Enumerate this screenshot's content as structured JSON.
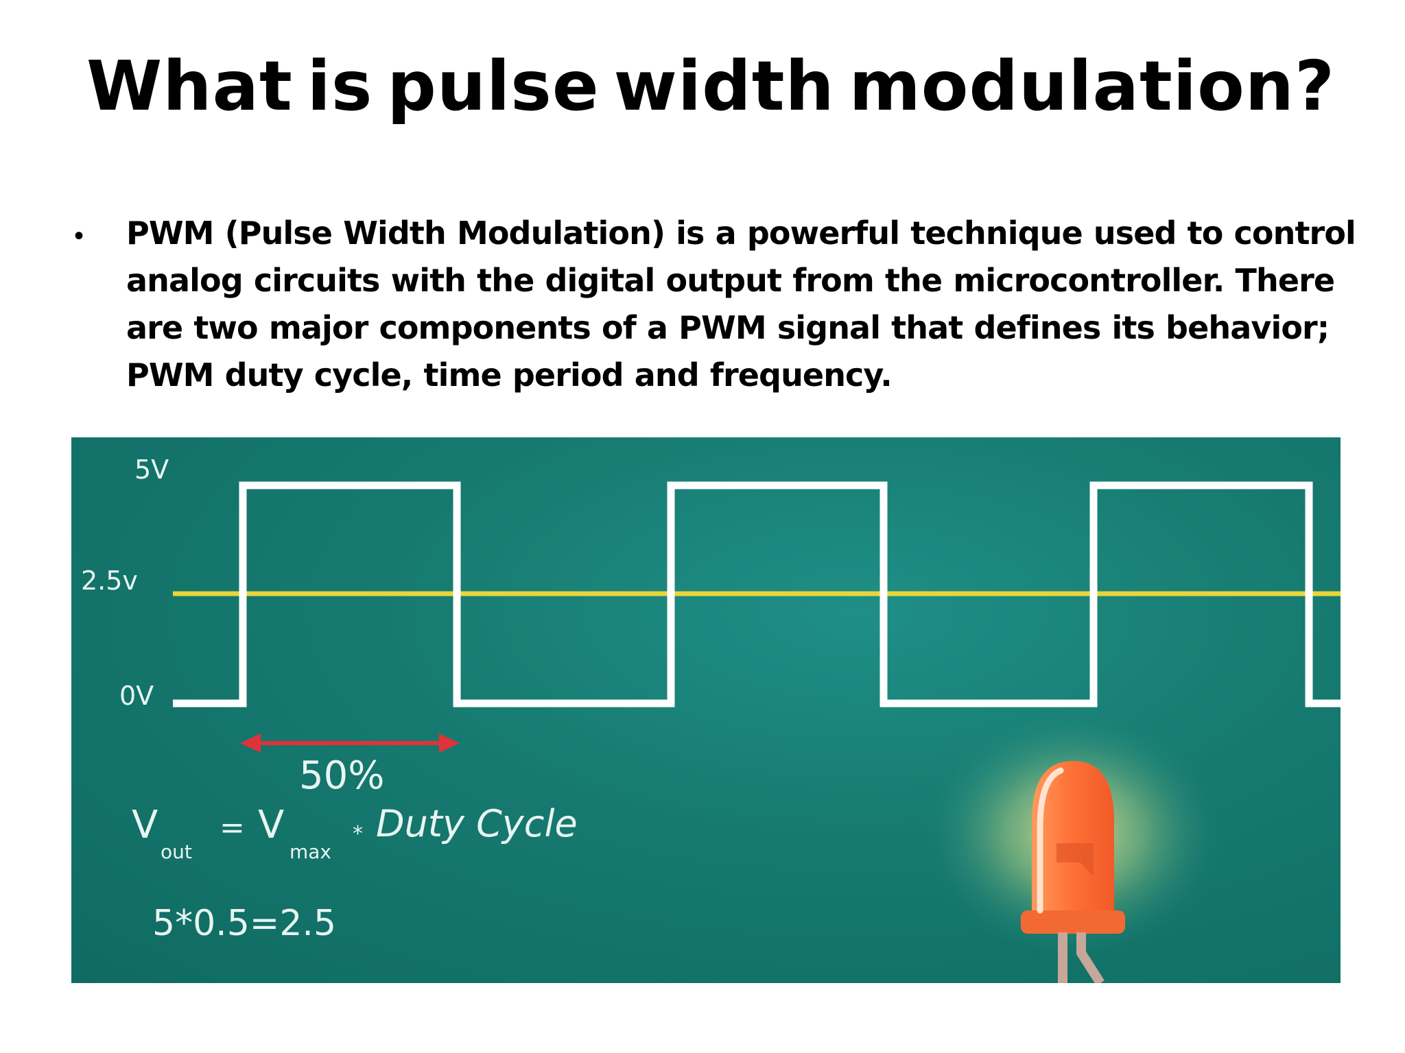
{
  "slide": {
    "title_words": [
      "What",
      "is",
      "pulse",
      "width",
      "modulation?"
    ],
    "bullet_text": "PWM (Pulse Width Modulation) is a powerful technique used to control analog circuits with the digital output from the microcontroller. There are two major components of a PWM signal that defines its behavior; PWM duty cycle, time period and frequency."
  },
  "diagram": {
    "voltage_labels": {
      "high": "5V",
      "mid": "2.5v",
      "low": "0V"
    },
    "duty_cycle_label": "50%",
    "formula": {
      "v1": "V",
      "sub1": "out",
      "equals": "=",
      "v2": "V",
      "sub2": "max",
      "times": "*",
      "tail": "Duty Cycle"
    },
    "calculation": "5*0.5=2.5",
    "colors": {
      "background": "#157a70",
      "signal": "#ffffff",
      "average_line": "#e8d63a",
      "arrow": "#e0323a",
      "led": "#ff7a3a"
    }
  }
}
